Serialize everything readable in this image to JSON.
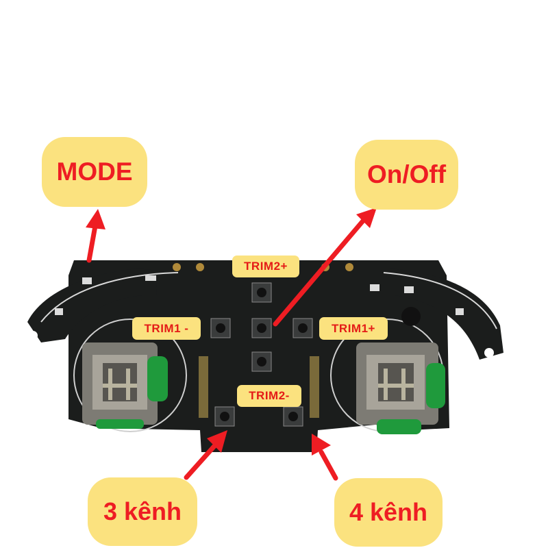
{
  "callouts": {
    "mode": "MODE",
    "on_off": "On/Off",
    "three_channel": "3 kênh",
    "four_channel": "4 kênh"
  },
  "buttons": {
    "trim2_plus": "TRIM2+",
    "trim1_minus": "TRIM1 -",
    "trim1_plus": "TRIM1+",
    "trim2_minus": "TRIM2-"
  },
  "colors": {
    "bubble": "#fbe27f",
    "label_text": "#ee1d23",
    "arrow": "#ee1d23",
    "pcb": "#1b1d1c",
    "joystick_cap": "#1f9a3c"
  }
}
